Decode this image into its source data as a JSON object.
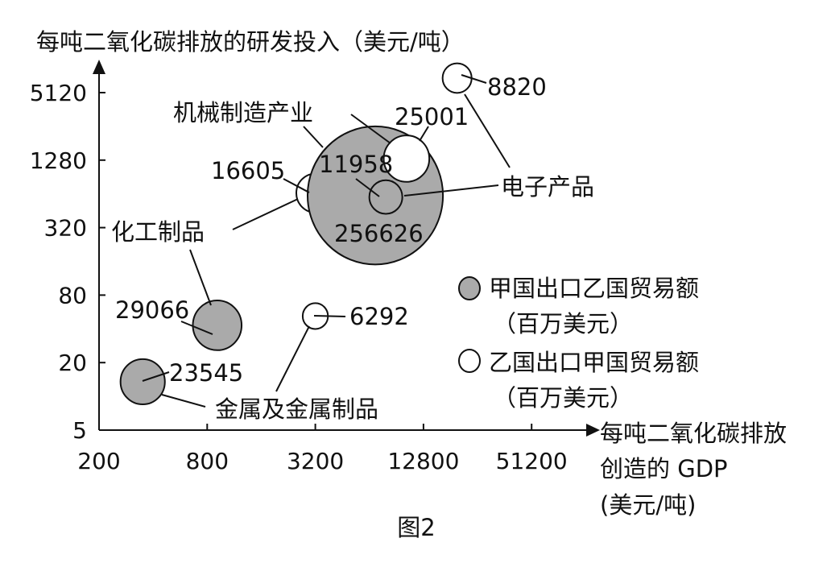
{
  "chart_data": {
    "type": "scatter",
    "subtype": "bubble",
    "title": "图2",
    "ylabel": "每吨二氧化碳排放的研发投入（美元/吨）",
    "xlabel_lines": [
      "每吨二氧化碳排放",
      "创造的 GDP",
      "(美元/吨)"
    ],
    "x_scale": "log",
    "y_scale": "log",
    "xlim": [
      200,
      102400
    ],
    "ylim": [
      5,
      10240
    ],
    "x_ticks": [
      "200",
      "800",
      "3200",
      "12800",
      "51200"
    ],
    "x_tick_values": [
      200,
      800,
      3200,
      12800,
      51200
    ],
    "y_ticks": [
      "5",
      "20",
      "80",
      "320",
      "1280",
      "5120"
    ],
    "y_tick_values": [
      5,
      20,
      80,
      320,
      1280,
      5120
    ],
    "grid": false,
    "legend_position": "right",
    "series": [
      {
        "name": "甲国出口乙国贸易额",
        "unit": "（百万美元）",
        "color": "#aaaaaa"
      },
      {
        "name": "乙国出口甲国贸易额",
        "unit": "（百万美元）",
        "color": "#ffffff"
      }
    ],
    "categories": [
      "机械制造产业",
      "电子产品",
      "化工制品",
      "金属及金属制品"
    ],
    "points": [
      {
        "label": "23545",
        "series": 0,
        "category": "金属及金属制品",
        "x": 350,
        "y": 13.5,
        "size": 23545
      },
      {
        "label": "29066",
        "series": 0,
        "category": "化工制品",
        "x": 910,
        "y": 43,
        "size": 29066
      },
      {
        "label": "6292",
        "series": 1,
        "category": "金属及金属制品",
        "x": 3200,
        "y": 52,
        "size": 6292
      },
      {
        "label": "16605",
        "series": 1,
        "category": "化工制品",
        "x": 3200,
        "y": 650,
        "size": 16605
      },
      {
        "label": "256626",
        "series": 0,
        "category": "机械制造产业",
        "x": 6900,
        "y": 620,
        "size": 256626
      },
      {
        "label": "11958",
        "series": 0,
        "category": "电子产品",
        "x": 7900,
        "y": 600,
        "size": 11958
      },
      {
        "label": "25001",
        "series": 1,
        "category": "机械制造产业",
        "x": 10300,
        "y": 1320,
        "size": 25001
      },
      {
        "label": "8820",
        "series": 1,
        "category": "电子产品",
        "x": 19700,
        "y": 6900,
        "size": 8820
      }
    ]
  }
}
